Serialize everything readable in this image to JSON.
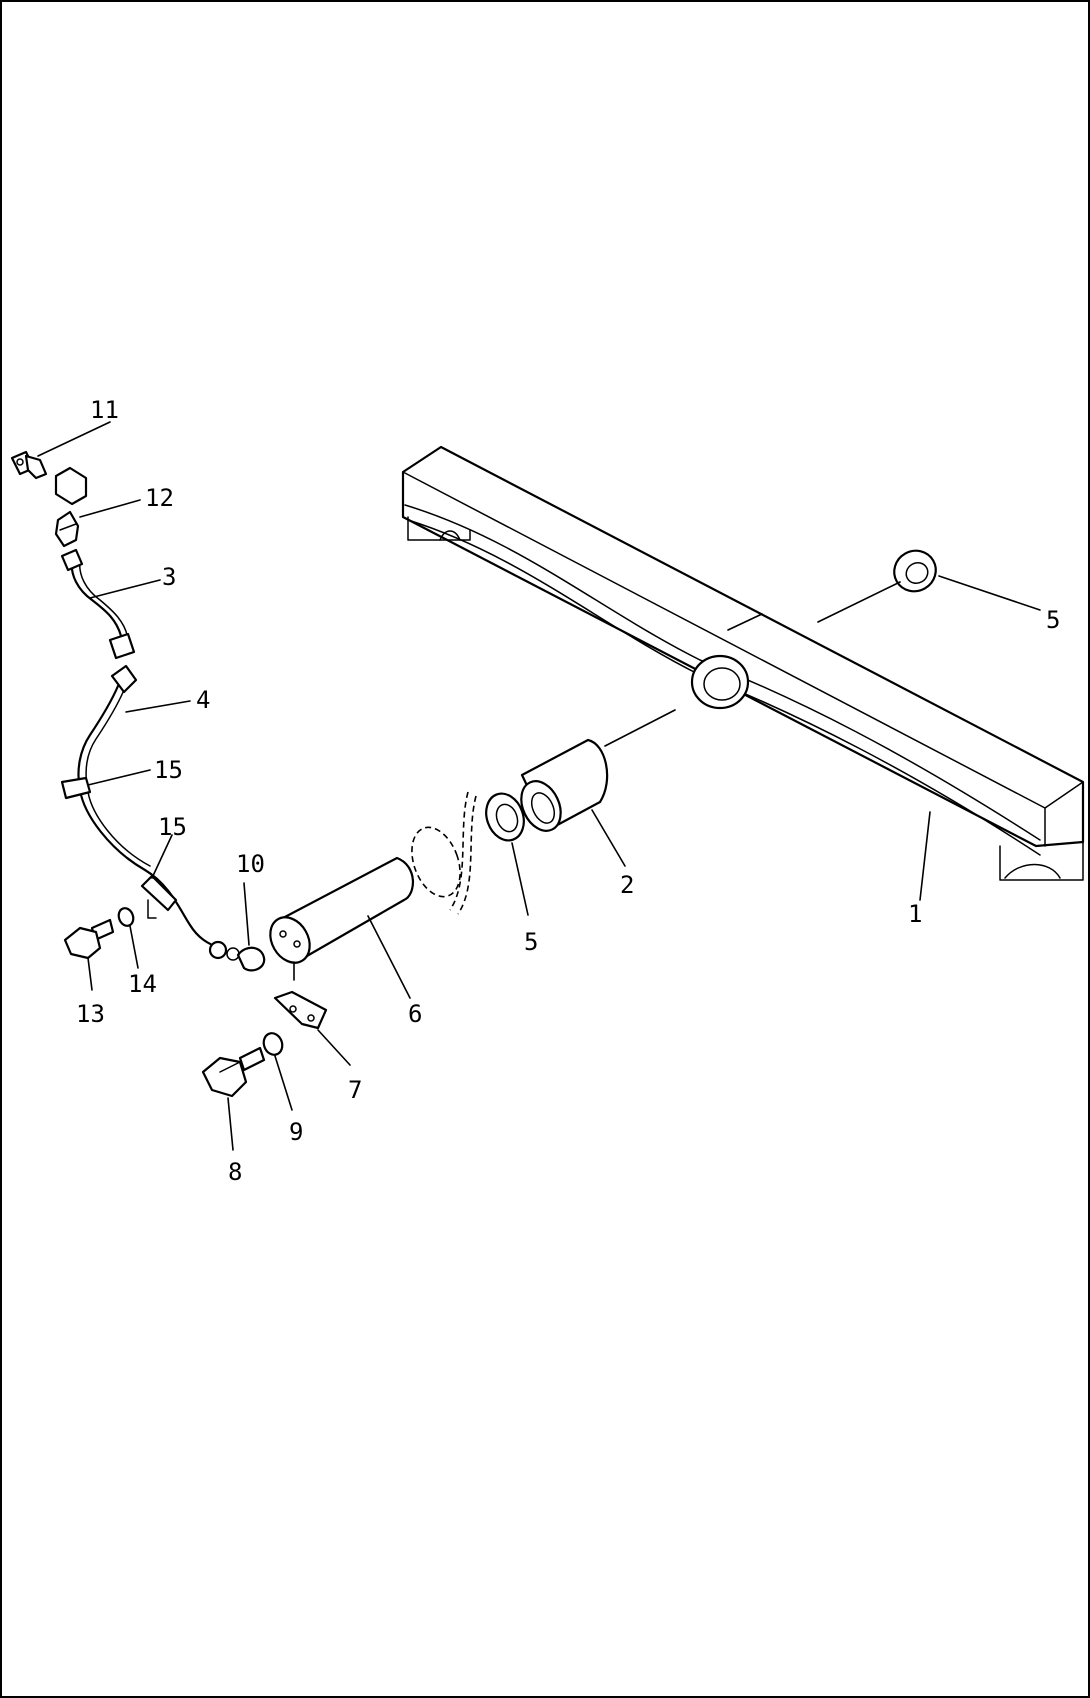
{
  "callouts": {
    "c1": "1",
    "c2": "2",
    "c3": "3",
    "c4": "4",
    "c5_right": "5",
    "c5_mid": "5",
    "c6": "6",
    "c7": "7",
    "c8": "8",
    "c9": "9",
    "c10": "10",
    "c11": "11",
    "c12": "12",
    "c13": "13",
    "c14": "14",
    "c15_upper": "15",
    "c15_lower": "15"
  }
}
